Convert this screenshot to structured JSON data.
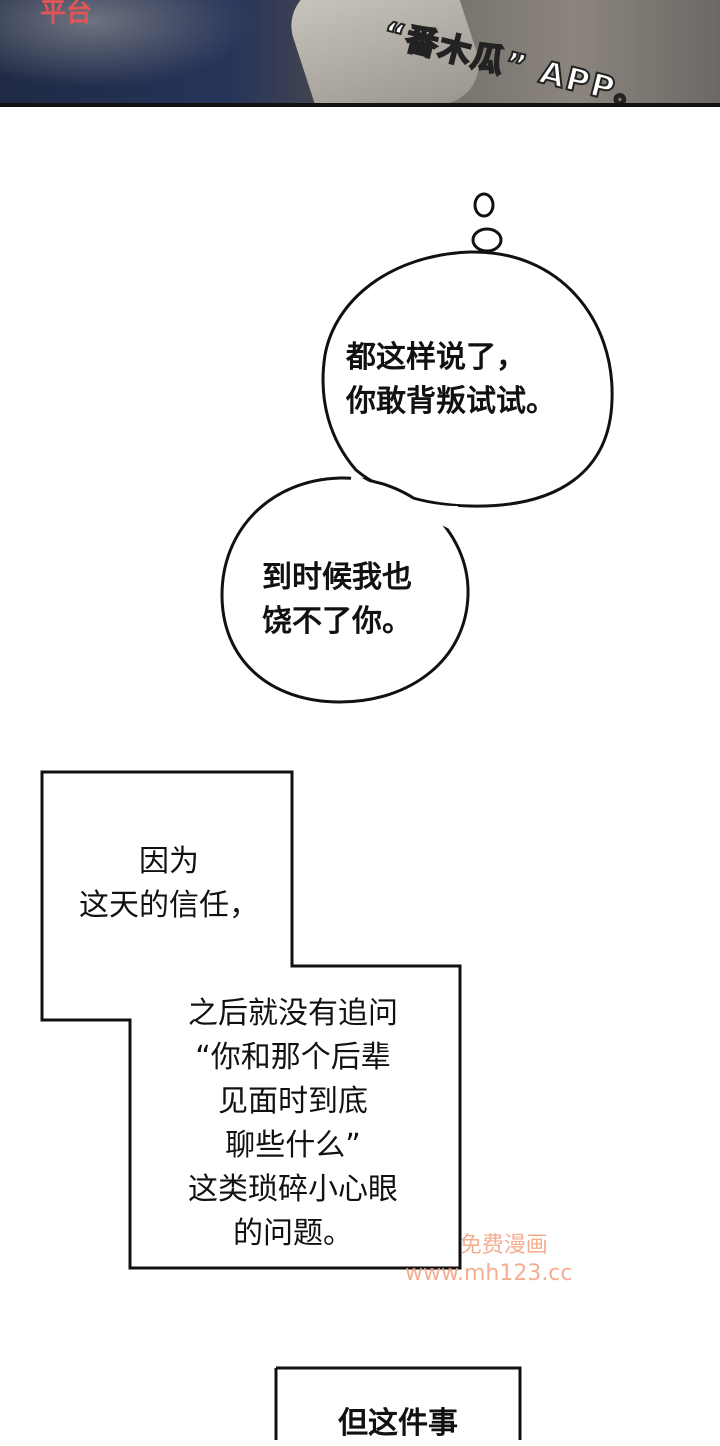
{
  "top_panel": {
    "watermark_left": "平台",
    "watermark_app": "“番木瓜” APP。"
  },
  "thought_bubbles": {
    "upper_text": "都这样说了，\n你敢背叛试试。",
    "lower_text": "到时候我也\n饶不了你。"
  },
  "narration_box": {
    "first_text": "因为\n这天的信任，",
    "second_text": "之后就没有追问\n“你和那个后辈\n见面时到底\n聊些什么”\n这类琐碎小心眼\n的问题。"
  },
  "bottom_box": {
    "text": "但这件事"
  },
  "site_watermark": {
    "line1": "免费漫画",
    "line2": "www.mh123.cc"
  }
}
